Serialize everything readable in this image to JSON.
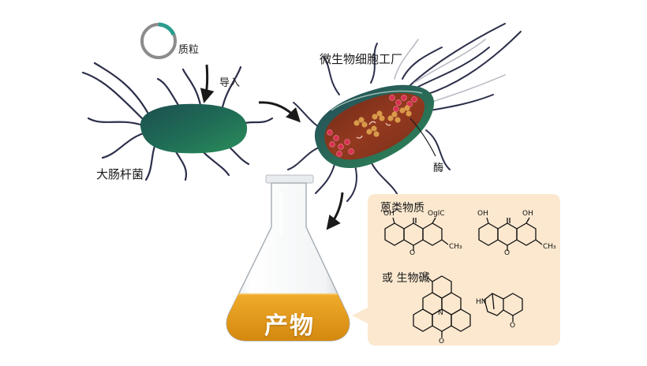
{
  "labels": {
    "plasmid": "质粒",
    "import": "导入",
    "ecoli": "大肠杆菌",
    "factory": "微生物细胞工厂",
    "enzyme": "酶",
    "product": "产物",
    "panel_title_a": "蒽类物质",
    "panel_title_b": "或 生物碱"
  },
  "chem_labels": {
    "oh": "OH",
    "oglc": "OglC",
    "ch3": "CH₃",
    "o": "O",
    "n": "N",
    "hn": "HN"
  },
  "colors": {
    "bacterium_green": "#1f6b56",
    "factory_inner": "#8a3520",
    "enzyme_dot": "#d9304f",
    "enzyme_cluster": "#d99a4a",
    "product_liquid": "#e49a1e",
    "panel_bg": "#fbe8cf",
    "plasmid_ring": "#8c8c8c",
    "plasmid_arc": "#2a9d8f"
  }
}
